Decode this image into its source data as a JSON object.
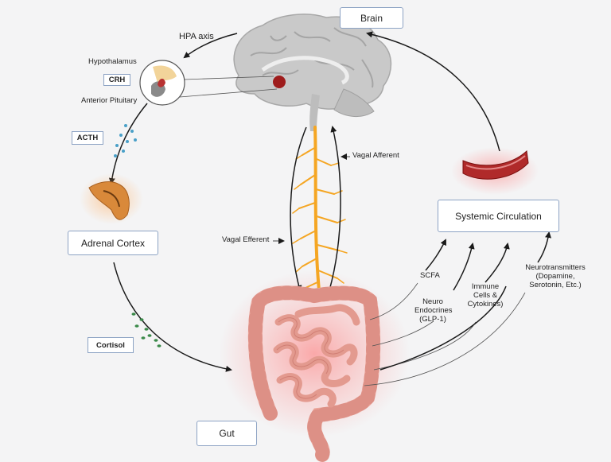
{
  "boxes": {
    "brain": "Brain",
    "adrenal_cortex": "Adrenal Cortex",
    "systemic_circulation": "Systemic Circulation",
    "gut": "Gut"
  },
  "tags": {
    "crh": "CRH",
    "acth": "ACTH",
    "cortisol": "Cortisol"
  },
  "labels": {
    "hpa_axis": "HPA axis",
    "hypothalamus": "Hypothalamus",
    "anterior_pituitary": "Anterior Pituitary",
    "vagal_afferent": "Vagal Afferent",
    "vagal_efferent": "Vagal Efferent",
    "scfa": "SCFA",
    "neuro_endocrines": [
      "Neuro",
      "Endocrines",
      "(GLP-1)"
    ],
    "immune": [
      "Immune",
      "Cells &",
      "Cytokines)"
    ],
    "neurotransmitters": [
      "Neurotransmitters",
      "(Dopamine,",
      "Serotonin, Etc.)"
    ]
  },
  "colors": {
    "box_border": "#8da3c4",
    "nerve": "#f5a623",
    "acth_dots": "#4aa0c8",
    "cortisol_dots": "#3b8a4a",
    "gut_pink": "#eba59a",
    "glow": "#ff8a8a"
  }
}
